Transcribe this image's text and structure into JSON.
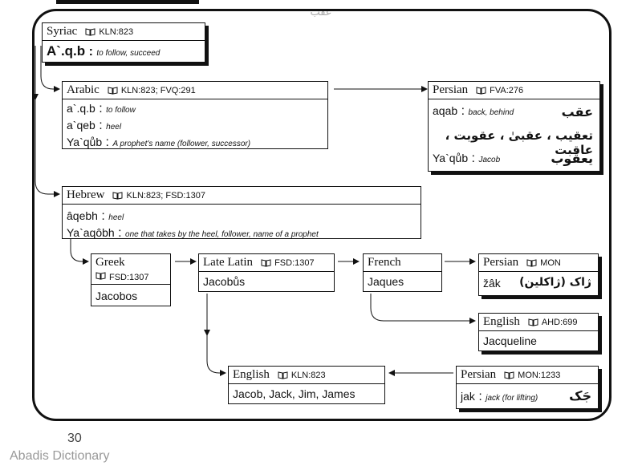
{
  "watermark": "عقب",
  "page_number": "30",
  "brand": "Abadis Dictionary",
  "syriac": {
    "lang": "Syriac",
    "ref": "KLN:823",
    "word": "A`.q.b",
    "gloss": "to follow, succeed"
  },
  "arabic": {
    "lang": "Arabic",
    "ref": "KLN:823; FVQ:291",
    "lines": [
      {
        "word": "a`.q.b",
        "gloss": "to follow"
      },
      {
        "word": "a`qeb",
        "gloss": "heel"
      },
      {
        "word": "Ya`qůb",
        "gloss": "A prophet's name (follower, successor)"
      }
    ]
  },
  "persian1": {
    "lang": "Persian",
    "ref": "FVA:276",
    "row1": {
      "word": "aqab",
      "gloss": "back, behind",
      "fa": "عقب"
    },
    "row2": {
      "fa": "تعقیب ، عقبیٰ ، عقوبت ، عاقبت"
    },
    "row3": {
      "word": "Ya`qůb",
      "gloss": "Jacob",
      "fa": "یعقوب"
    }
  },
  "hebrew": {
    "lang": "Hebrew",
    "ref": "KLN:823; FSD:1307",
    "lines": [
      {
        "word": "âqebh",
        "gloss": "heel"
      },
      {
        "word": "Ya`aqôbh",
        "gloss": "one that takes by the heel, follower, name of a prophet"
      }
    ]
  },
  "greek": {
    "lang": "Greek",
    "ref": "FSD:1307",
    "word": "Jacobos"
  },
  "latin": {
    "lang": "Late Latin",
    "ref": "FSD:1307",
    "word": "Jacobůs"
  },
  "french": {
    "lang": "French",
    "word": "Jaques"
  },
  "persian2": {
    "lang": "Persian",
    "ref": "MON",
    "word": "žâk",
    "fa": "ژاک (ژاکلین)"
  },
  "english1": {
    "lang": "English",
    "ref": "AHD:699",
    "word": "Jacqueline"
  },
  "english2": {
    "lang": "English",
    "ref": "KLN:823",
    "word": "Jacob, Jack, Jim, James"
  },
  "persian3": {
    "lang": "Persian",
    "ref": "MON:1233",
    "word": "jak",
    "gloss": "jack (for lifting)",
    "fa": "جَک"
  }
}
